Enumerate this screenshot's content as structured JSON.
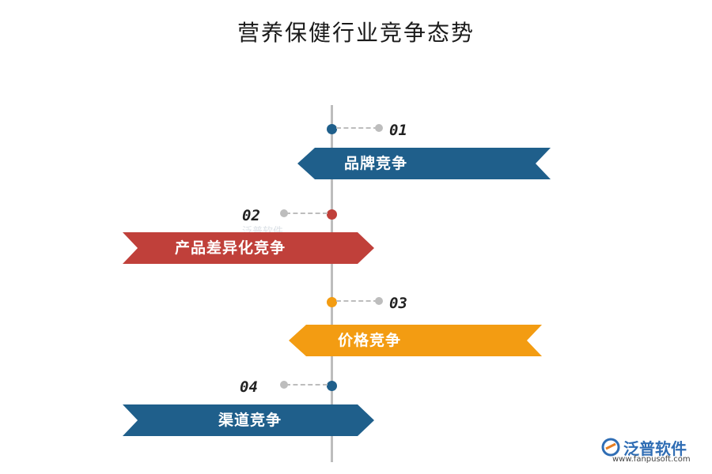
{
  "title": "营养保健行业竞争态势",
  "items": [
    {
      "num": "01",
      "label": "品牌竞争",
      "color": "#1f5f8b"
    },
    {
      "num": "02",
      "label": "产品差异化竞争",
      "color": "#c0403a"
    },
    {
      "num": "03",
      "label": "价格竞争",
      "color": "#f39c12"
    },
    {
      "num": "04",
      "label": "渠道竞争",
      "color": "#1f5f8b"
    }
  ],
  "watermark": "泛普软件",
  "brand": {
    "name": "泛普软件",
    "url": "www.fanpusoft.com"
  },
  "colors": {
    "axis": "#bdbdbd",
    "connector": "#bdbdbd"
  }
}
